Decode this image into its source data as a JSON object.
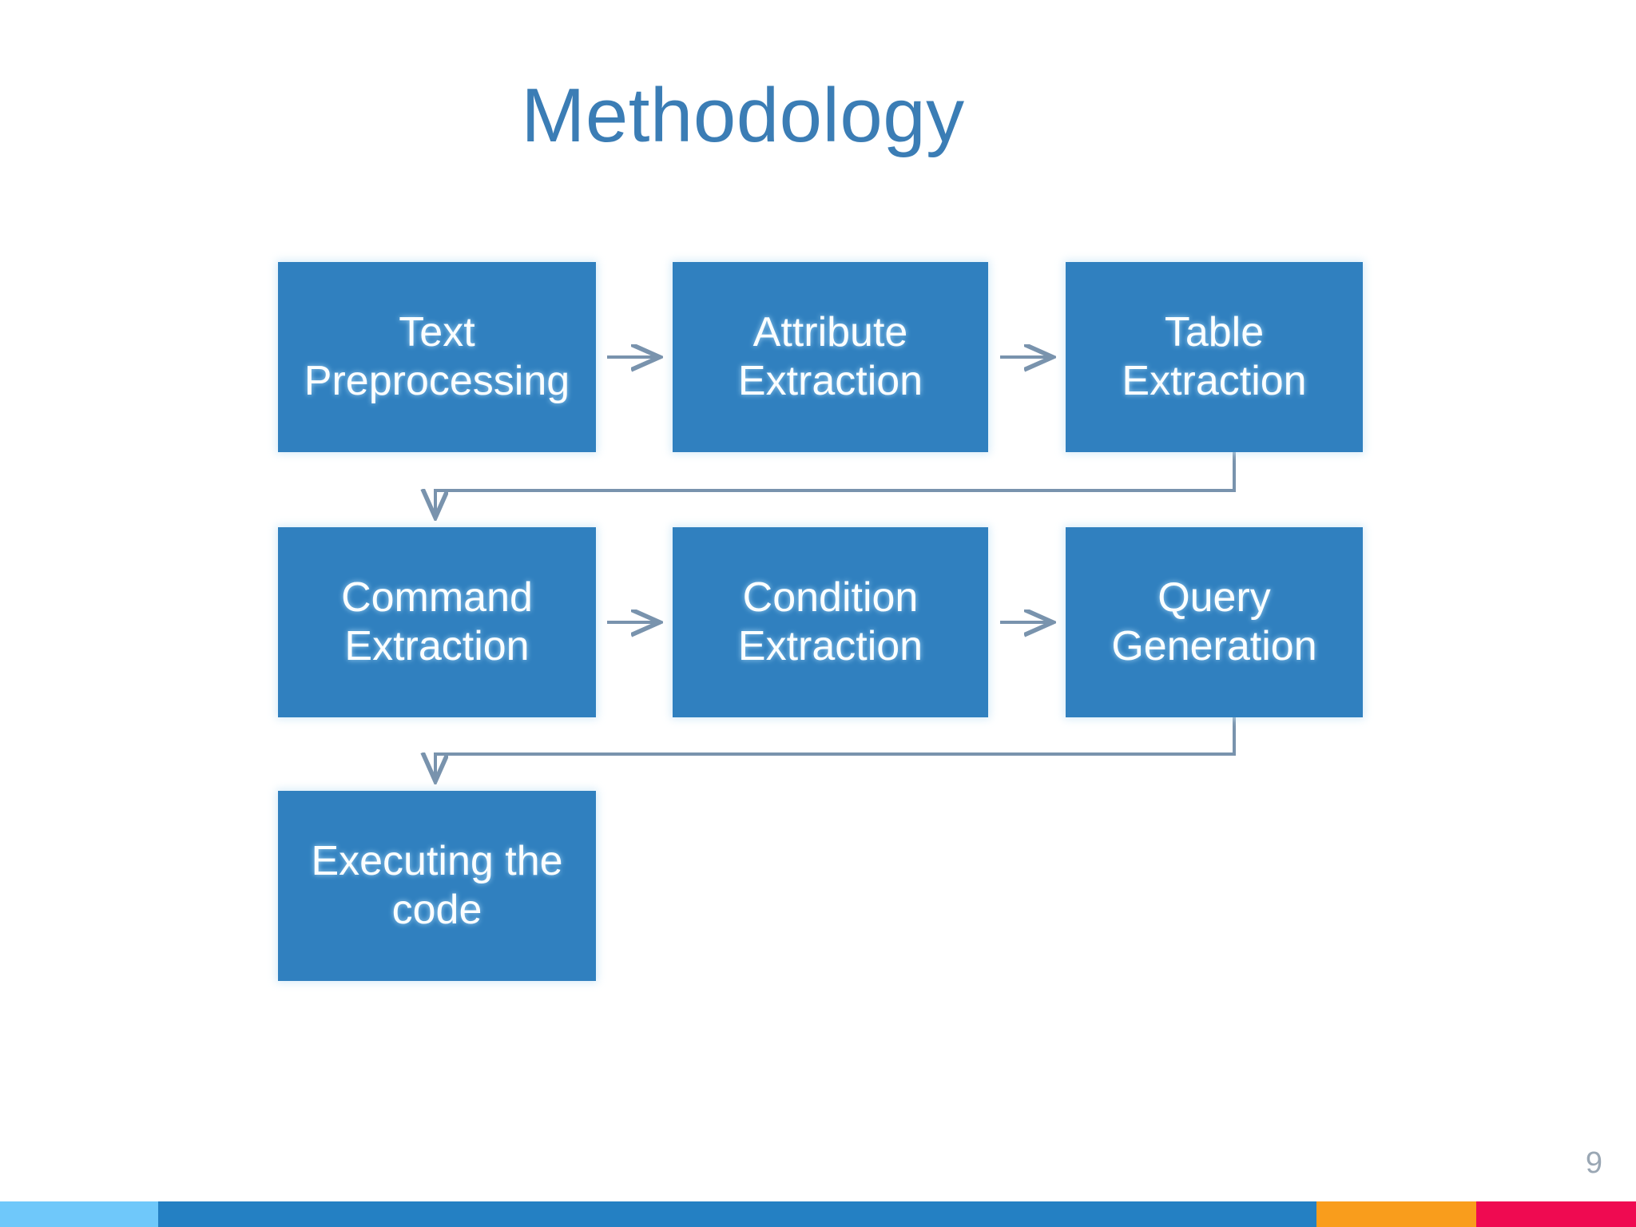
{
  "slide": {
    "title": "Methodology",
    "page_number": "9",
    "title_color": "#3B7DB5",
    "background_color": "#FFFFFF"
  },
  "diagram": {
    "type": "flowchart",
    "box_fill_color": "#3080BF",
    "box_text_color": "#FAFEFF",
    "connector_color": "#7993AD",
    "boxes": [
      {
        "id": "text-preprocessing",
        "label": "Text\nPreprocessing",
        "row": 1,
        "col": 1
      },
      {
        "id": "attribute-extraction",
        "label": "Attribute\nExtraction",
        "row": 1,
        "col": 2
      },
      {
        "id": "table-extraction",
        "label": "Table\nExtraction",
        "row": 1,
        "col": 3
      },
      {
        "id": "command-extraction",
        "label": "Command\nExtraction",
        "row": 2,
        "col": 1
      },
      {
        "id": "condition-extraction",
        "label": "Condition\nExtraction",
        "row": 2,
        "col": 2
      },
      {
        "id": "query-generation",
        "label": "Query\nGeneration",
        "row": 2,
        "col": 3
      },
      {
        "id": "executing-the-code",
        "label": "Executing the\ncode",
        "row": 3,
        "col": 1
      }
    ],
    "connections": [
      {
        "from": "text-preprocessing",
        "to": "attribute-extraction",
        "style": "straight-right"
      },
      {
        "from": "attribute-extraction",
        "to": "table-extraction",
        "style": "straight-right"
      },
      {
        "from": "table-extraction",
        "to": "command-extraction",
        "style": "wrap-down-left"
      },
      {
        "from": "command-extraction",
        "to": "condition-extraction",
        "style": "straight-right"
      },
      {
        "from": "condition-extraction",
        "to": "query-generation",
        "style": "straight-right"
      },
      {
        "from": "query-generation",
        "to": "executing-the-code",
        "style": "wrap-down-left"
      }
    ]
  },
  "bottom_bar": {
    "segments": [
      {
        "id": "lightblue",
        "color": "#6FC8FA"
      },
      {
        "id": "blue",
        "color": "#2480C3"
      },
      {
        "id": "orange",
        "color": "#F99D1C"
      },
      {
        "id": "crimson",
        "color": "#EF0A51"
      }
    ]
  }
}
